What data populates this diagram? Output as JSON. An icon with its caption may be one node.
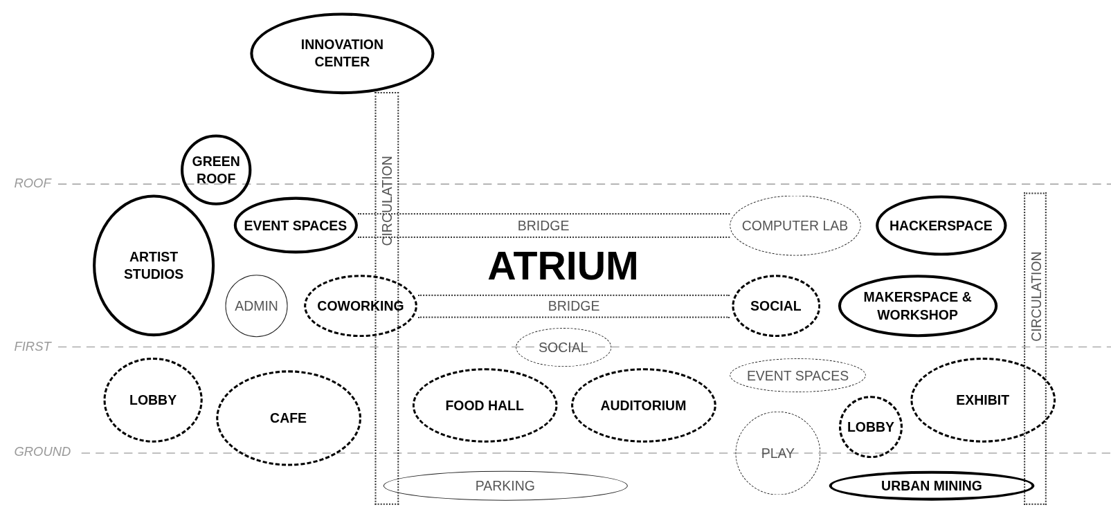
{
  "diagram": {
    "nodes": [
      {
        "text": [
          "INNOVATION CENTER"
        ]
      },
      {
        "text": [
          "GREEN ROOF"
        ]
      },
      {
        "text": [
          "CIRCULATION"
        ]
      },
      {
        "text": [
          "ARTIST STUDIOS"
        ]
      },
      {
        "text": [
          "EVENT SPACES"
        ]
      },
      {
        "text": [
          "BRIDGE"
        ]
      },
      {
        "text": [
          "COMPUTER LAB"
        ]
      },
      {
        "text": [
          "HACKERSPACE"
        ]
      },
      {
        "text": [
          "CIRCULATION"
        ]
      },
      {
        "text": [
          "ADMIN"
        ]
      },
      {
        "text": [
          "COWORKING"
        ]
      },
      {
        "text": [
          "BRIDGE"
        ]
      },
      {
        "text": [
          "SOCIAL"
        ]
      },
      {
        "text": [
          "MAKERSPACE & WORKSHOP"
        ]
      },
      {
        "text": [
          "SOCIAL"
        ]
      },
      {
        "text": [
          "EVENT SPACES"
        ]
      },
      {
        "text": [
          "LOBBY"
        ]
      },
      {
        "text": [
          "CAFE"
        ]
      },
      {
        "text": [
          "FOOD HALL"
        ]
      },
      {
        "text": [
          "AUDITORIUM"
        ]
      },
      {
        "text": [
          "EXHIBIT"
        ]
      },
      {
        "text": [
          "LOBBY"
        ]
      },
      {
        "text": [
          "PLAY"
        ]
      },
      {
        "text": [
          "PARKING"
        ]
      },
      {
        "text": [
          "URBAN MINING"
        ]
      }
    ],
    "labels": [
      "ROOF",
      "ATRIUM",
      "FIRST",
      "GROUND"
    ]
  }
}
